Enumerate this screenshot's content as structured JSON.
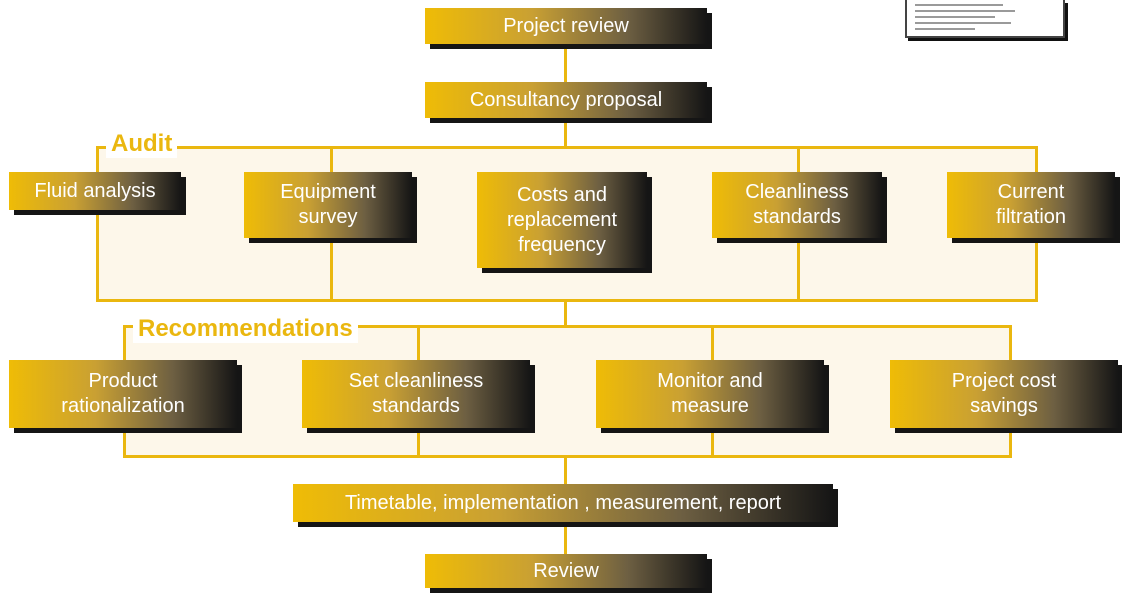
{
  "groups": {
    "audit": {
      "label": "Audit"
    },
    "recommendations": {
      "label": "Recommendations"
    }
  },
  "nodes": {
    "project_review": "Project review",
    "consultancy_proposal": "Consultancy proposal",
    "fluid_analysis": "Fluid analysis",
    "equipment_survey": "Equipment\nsurvey",
    "costs_replacement": "Costs and\nreplacement\nfrequency",
    "cleanliness_standards": "Cleanliness\nstandards",
    "current_filtration": "Current\nfiltration",
    "product_rationalization": "Product\nrationalization",
    "set_cleanliness_standards": "Set cleanliness\nstandards",
    "monitor_measure": "Monitor and\nmeasure",
    "project_cost_savings": "Project cost\nsavings",
    "timetable": "Timetable, implementation , measurement, report",
    "review": "Review"
  },
  "colors": {
    "accent": "#eab70f",
    "zone_fill": "#fdf7ea",
    "box_gradient_start": "#efbc06",
    "box_gradient_end": "#151515",
    "box_text": "#ffffff"
  }
}
